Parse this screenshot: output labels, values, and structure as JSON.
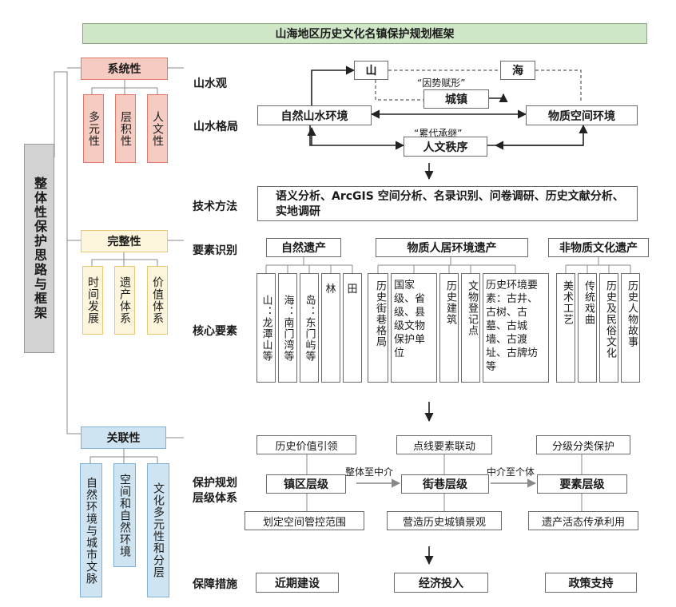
{
  "title": "山海地区历史文化名镇保护规划框架",
  "left": {
    "main": "整体性保护思路与框架",
    "groups": [
      {
        "label": "系统性",
        "subs": [
          "多元性",
          "层积性",
          "人文性"
        ]
      },
      {
        "label": "完整性",
        "subs": [
          "时间发展",
          "遗产体系",
          "价值体系"
        ]
      },
      {
        "label": "关联性",
        "subs": [
          "自然环境与城市文脉",
          "空间和自然环境",
          "文化多元性和分层"
        ]
      }
    ]
  },
  "p1": {
    "label1": "山水观",
    "label2": "山水格局",
    "mountain": "山",
    "sea": "海",
    "town": "城镇",
    "natural": "自然山水环境",
    "spatial": "物质空间环境",
    "humanistic": "人文秩序",
    "q1": "“因势赋形”",
    "q2": "“累代承继”"
  },
  "p2": {
    "tech_label": "技术方法",
    "tech_text": "语义分析、ArcGIS 空间分析、名录识别、问卷调研、历史文献分析、实地调研",
    "elem_label": "要素识别",
    "core_label": "核心要素",
    "cats": [
      {
        "title": "自然遗产",
        "items": [
          "山：龙潭山等",
          "海：南门湾等",
          "岛：东门屿等",
          "林",
          "田"
        ]
      },
      {
        "title": "物质人居环境遗产",
        "items": [
          "历史街巷格局",
          "国家级、省级、县级文物保护单位",
          "历史建筑",
          "文物登记点",
          "历史环境要素：古井、古树、古墓、古城墙、古渡址、古牌坊等"
        ]
      },
      {
        "title": "非物质文化遗产",
        "items": [
          "美术工艺",
          "传统戏曲",
          "历史及民俗文化",
          "历史人物故事"
        ]
      }
    ]
  },
  "p3": {
    "label": "保护规划层级体系",
    "levels": [
      {
        "top": "历史价值引领",
        "main": "镇区层级",
        "bottom": "划定空间管控范围"
      },
      {
        "top": "点线要素联动",
        "main": "街巷层级",
        "bottom": "营造历史城镇景观"
      },
      {
        "top": "分级分类保护",
        "main": "要素层级",
        "bottom": "遗产活态传承利用"
      }
    ],
    "arrow1": "整体至中介",
    "arrow2": "中介至个体"
  },
  "p4": {
    "label": "保障措施",
    "items": [
      "近期建设",
      "经济投入",
      "政策支持"
    ]
  },
  "colors": {
    "title_bg": "#cfe6c7",
    "pink": "#f5cbc2",
    "pink_border": "#e27a6a",
    "yellow": "#fdf6dc",
    "yellow_border": "#e8c873",
    "blue": "#cfe4f2",
    "blue_border": "#7fb2d6",
    "purple": "#c9bfdc",
    "gray": "#d2d2d2"
  }
}
